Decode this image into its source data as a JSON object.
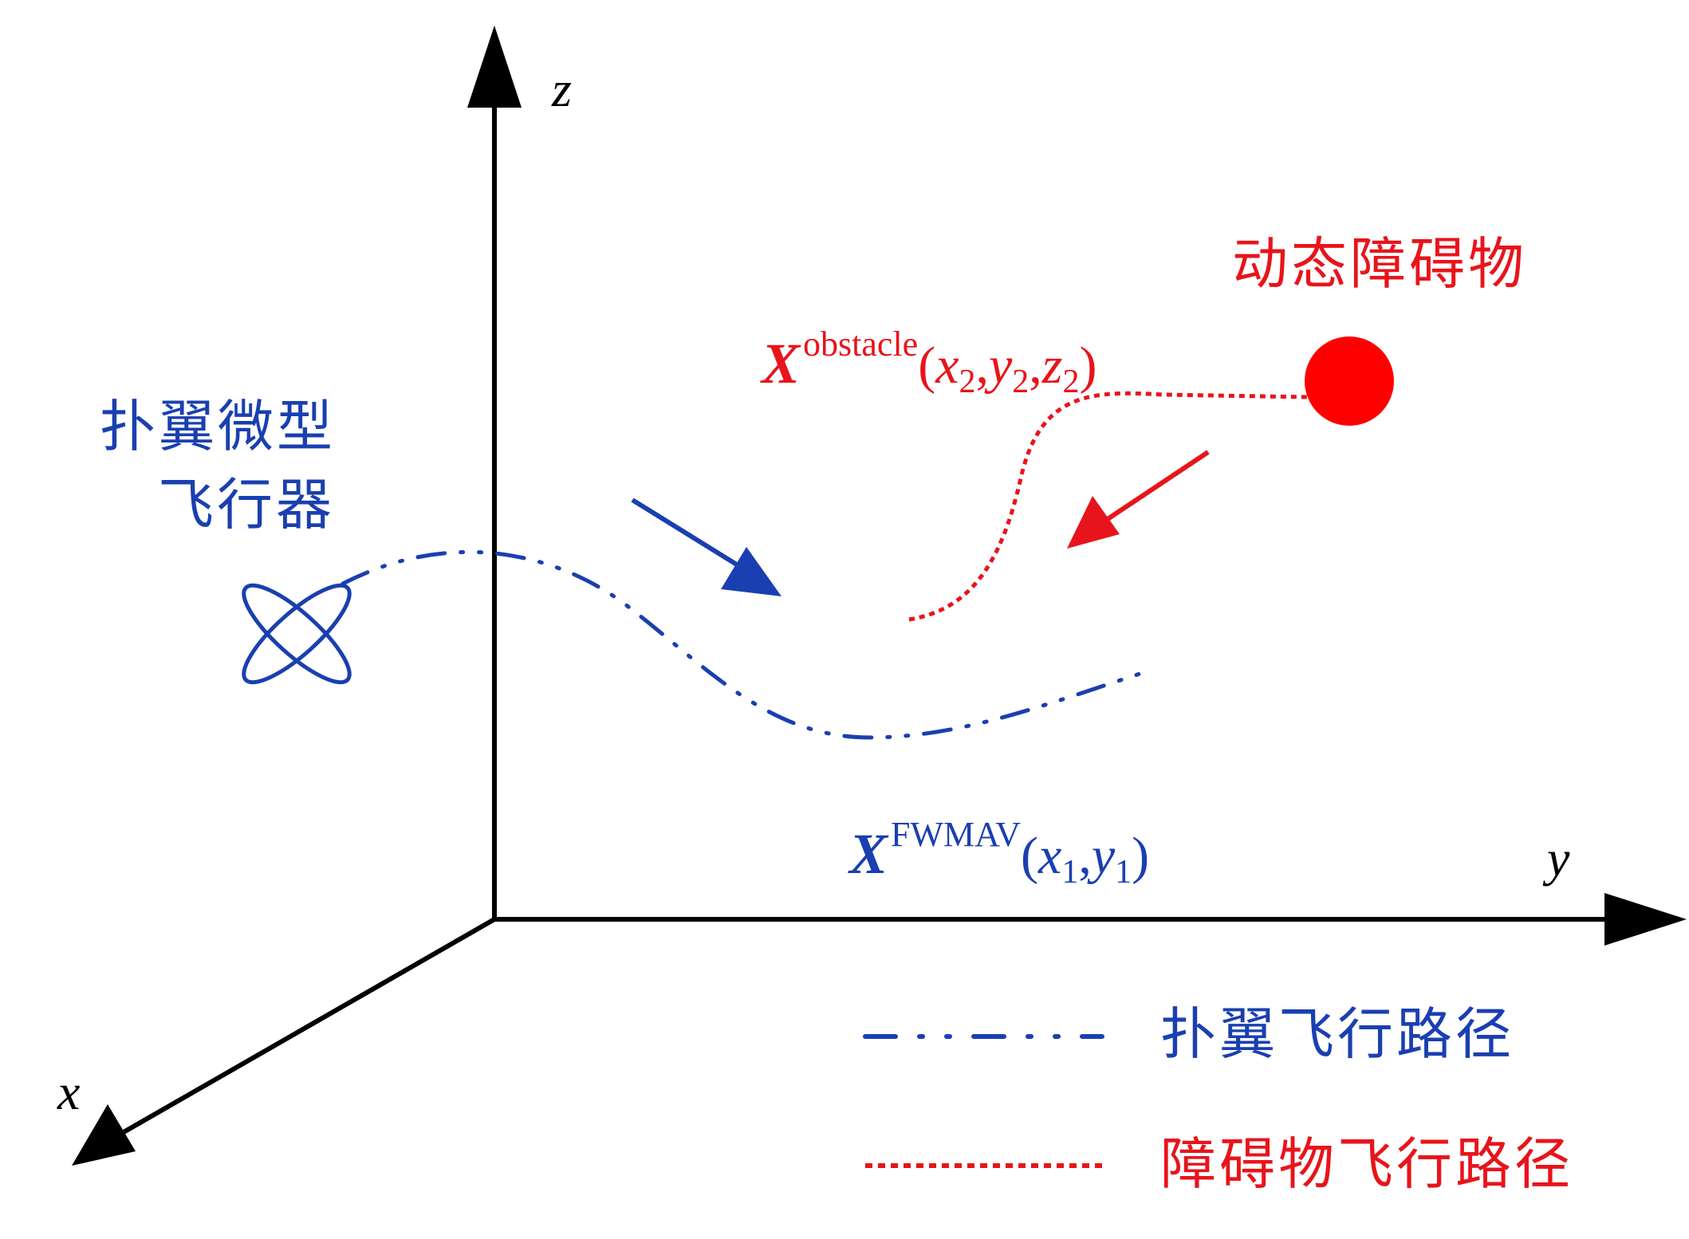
{
  "axes": {
    "x_label": "x",
    "y_label": "y",
    "z_label": "z"
  },
  "fwmav": {
    "title_line1": "扑翼微型",
    "title_line2": "飞行器",
    "position_symbol": "X",
    "position_superscript": "FWMAV",
    "position_coord": {
      "x": "x",
      "x_sub": "1",
      "y": "y",
      "y_sub": "1"
    },
    "color": "#1a3fb0"
  },
  "obstacle": {
    "title": "动态障碍物",
    "position_symbol": "X",
    "position_superscript": "obstacle",
    "position_coord": {
      "x": "x",
      "x_sub": "2",
      "y": "y",
      "y_sub": "2",
      "z": "z",
      "z_sub": "2"
    },
    "color": "#e8141b"
  },
  "legend": {
    "items": [
      {
        "label": "扑翼飞行路径",
        "style": "dash-dot-dot",
        "color": "#1a3fb0"
      },
      {
        "label": "障碍物飞行路径",
        "style": "dotted",
        "color": "#e8141b"
      }
    ]
  }
}
